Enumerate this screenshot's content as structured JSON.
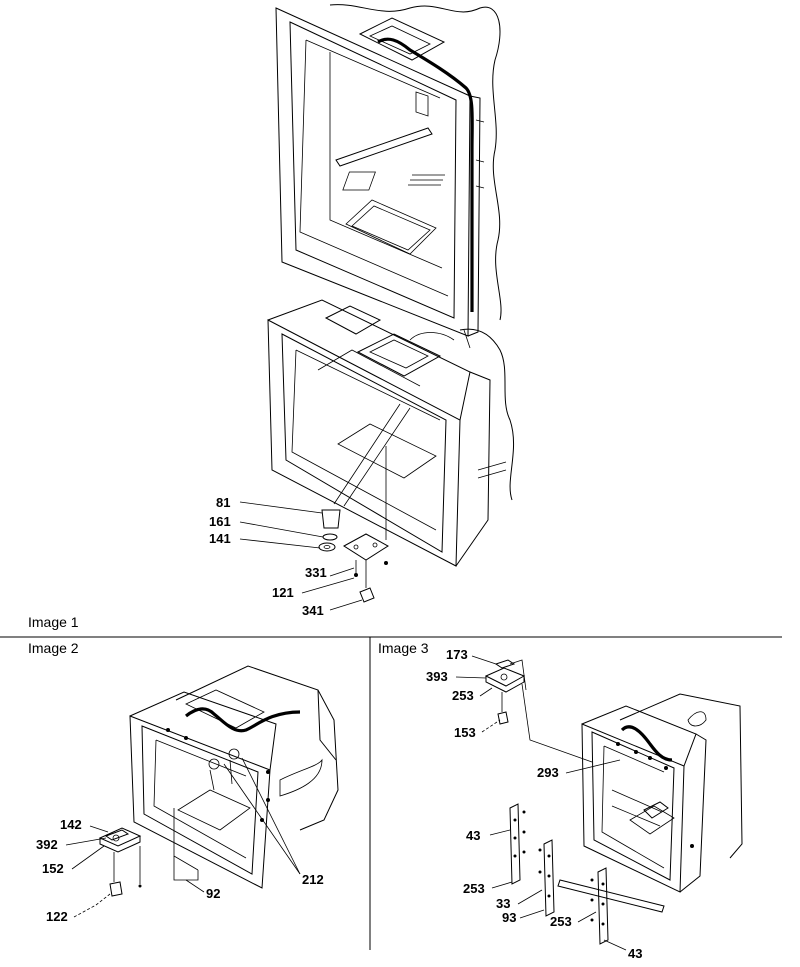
{
  "panels": {
    "image1": {
      "caption": "Image 1"
    },
    "image2": {
      "caption": "Image 2"
    },
    "image3": {
      "caption": "Image 3"
    }
  },
  "callouts": {
    "image1": [
      "81",
      "161",
      "141",
      "331",
      "121",
      "341"
    ],
    "image2": [
      "142",
      "392",
      "152",
      "122",
      "92",
      "212"
    ],
    "image3": [
      "173",
      "393",
      "253",
      "153",
      "293",
      "43",
      "253",
      "33",
      "93",
      "253",
      "43"
    ]
  }
}
